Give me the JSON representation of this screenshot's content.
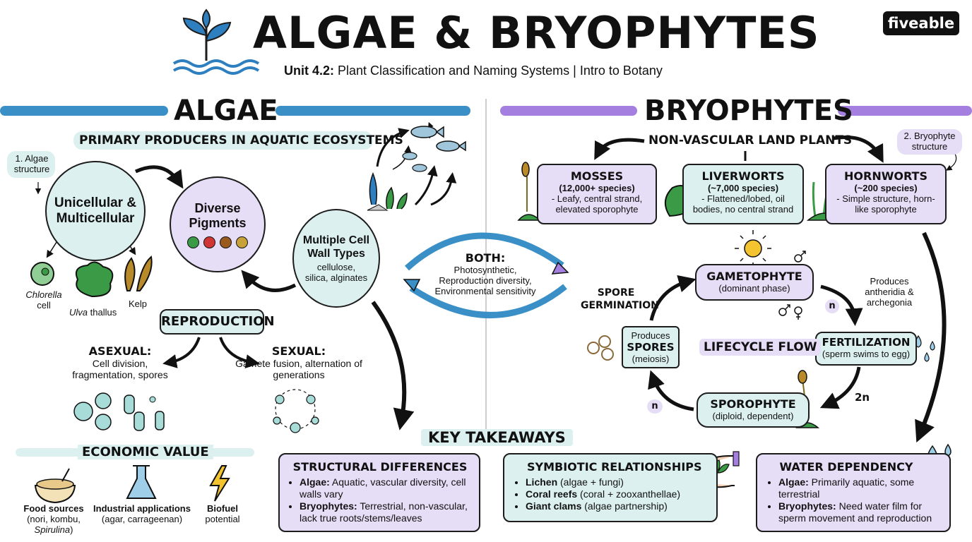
{
  "header": {
    "title": "ALGAE & BRYOPHYTES",
    "subtitle_bold": "Unit 4.2:",
    "subtitle_rest": " Plant Classification and Naming Systems | Intro to Botany",
    "logo": "fiveable",
    "title_icon": "sprout-in-water-icon"
  },
  "algae": {
    "heading": "ALGAE",
    "tagline": "PRIMARY PRODUCERS IN AQUATIC ECOSYSTEMS",
    "note": "1. Algae structure",
    "structure": "Unicellular & Multicellular",
    "examples": [
      {
        "italic": "Chlorella",
        "rest": " cell"
      },
      {
        "italic": "Ulva",
        "rest": " thallus"
      },
      {
        "italic": "",
        "rest": "Kelp"
      }
    ],
    "pigments": "Diverse Pigments",
    "pigment_colors": [
      "#3a9a45",
      "#d13636",
      "#9a5a1e",
      "#c9a13b"
    ],
    "cellwall_title": "Multiple Cell Wall Types",
    "cellwall_desc": "cellulose, silica, alginates",
    "reproduction": "REPRODUCTION",
    "asexual_title": "ASEXUAL:",
    "asexual_desc": "Cell division, fragmentation, spores",
    "sexual_title": "SEXUAL:",
    "sexual_desc": "Gamete fusion, alternation of generations",
    "economic": "ECONOMIC VALUE",
    "econ_items": [
      {
        "title": "Food sources",
        "desc": "(nori, kombu,",
        "italic": "Spirulina",
        "close": ")",
        "icon": "food-bowl-icon"
      },
      {
        "title": "Industrial applications",
        "desc": "(agar, carrageenan)",
        "icon": "flask-icon"
      },
      {
        "title": "Biofuel",
        "desc": "potential",
        "icon": "lightning-icon"
      }
    ]
  },
  "both": {
    "title": "BOTH:",
    "lines": [
      "Photosynthetic,",
      "Reproduction diversity,",
      "Environmental sensitivity"
    ]
  },
  "bryophytes": {
    "heading": "BRYOPHYTES",
    "tagline": "NON-VASCULAR LAND PLANTS",
    "note": "2. Bryophyte structure",
    "types": [
      {
        "name": "MOSSES",
        "count": "(12,000+ species)",
        "desc": "- Leafy, central strand, elevated sporophyte"
      },
      {
        "name": "LIVERWORTS",
        "count": "(~7,000 species)",
        "desc": "- Flattened/lobed, oil bodies, no central strand"
      },
      {
        "name": "HORNWORTS",
        "count": "(~200 species)",
        "desc": "- Simple structure, horn-like sporophyte"
      }
    ],
    "lifecycle": {
      "center": "LIFECYCLE FLOW",
      "gametophyte": "GAMETOPHYTE",
      "gametophyte_sub": "(dominant phase)",
      "produces_anth": "Produces antheridia & archegonia",
      "fertilization": "FERTILIZATION",
      "fertilization_sub": "(sperm swims to egg)",
      "sporophyte": "SPOROPHYTE",
      "sporophyte_sub": "(diploid, dependent)",
      "spores_pre": "Produces",
      "spores": "SPORES",
      "spores_sub": "(meiosis)",
      "germination": "SPORE GERMINATION",
      "n1": "n",
      "n2": "n",
      "two_n": "2n"
    }
  },
  "takeaways": {
    "heading": "KEY TAKEAWAYS",
    "cards": [
      {
        "title": "STRUCTURAL DIFFERENCES",
        "items": [
          {
            "b": "Algae:",
            "t": " Aquatic, vascular diversity, cell walls vary"
          },
          {
            "b": "Bryophytes:",
            "t": " Terrestrial, non-vascular, lack true roots/stems/leaves"
          }
        ]
      },
      {
        "title": "SYMBIOTIC RELATIONSHIPS",
        "items": [
          {
            "b": "Lichen",
            "t": " (algae + fungi)"
          },
          {
            "b": "Coral reefs",
            "t": " (coral + zooxanthellae)"
          },
          {
            "b": "Giant clams",
            "t": " (algae partnership)"
          }
        ]
      },
      {
        "title": "WATER DEPENDENCY",
        "items": [
          {
            "b": "Algae:",
            "t": " Primarily aquatic, some terrestrial"
          },
          {
            "b": "Bryophytes:",
            "t": " Need water film for sperm movement and reproduction"
          }
        ]
      }
    ]
  },
  "colors": {
    "blue": "#3a8fc7",
    "purple": "#a57fe0",
    "lavender": "#e6ddf6",
    "mint": "#dcf1ef"
  }
}
